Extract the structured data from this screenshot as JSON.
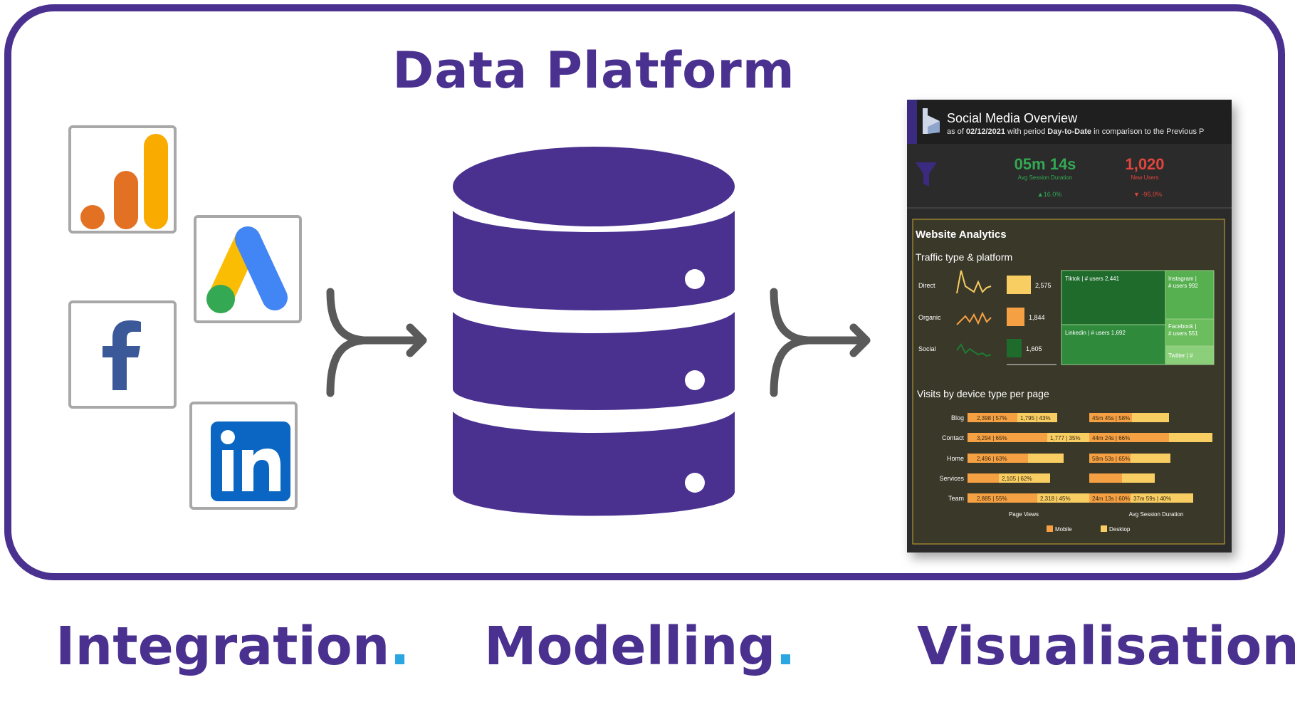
{
  "header": {
    "title": "Data Platform"
  },
  "labels": {
    "integration": "Integration",
    "modelling": "Modelling",
    "visualisation": "Visualisation",
    "dot": "."
  },
  "sources": [
    {
      "name": "Google Analytics",
      "icon": "google-analytics-icon"
    },
    {
      "name": "Google Ads",
      "icon": "google-ads-icon"
    },
    {
      "name": "Facebook",
      "icon": "facebook-icon"
    },
    {
      "name": "LinkedIn",
      "icon": "linkedin-icon"
    }
  ],
  "colors": {
    "brand": "#4a3190",
    "accent": "#2aa6e0",
    "orange": "#f5a043",
    "yellow": "#f8cd62",
    "green": "#1e7b32"
  },
  "dashboard": {
    "title": "Social Media Overview",
    "subtitle_prefix": "as of ",
    "subtitle_date": "02/12/2021",
    "subtitle_mid": " with period ",
    "subtitle_period": "Day-to-Date",
    "subtitle_suffix": " in comparison to the Previous P",
    "kpi1": {
      "value": "05m 14s",
      "label": "Avg Session Duration",
      "change": "▲16.0%"
    },
    "kpi2": {
      "value": "1,020",
      "label": "New Users",
      "change": "▼ -95.0%"
    },
    "section_title": "Website Analytics",
    "traffic_title": "Traffic type & platform",
    "traffic": [
      {
        "label": "Direct",
        "value": "2,575"
      },
      {
        "label": "Organic",
        "value": "1,844"
      },
      {
        "label": "Social",
        "value": "1,605"
      }
    ],
    "treemap": {
      "tiktok": "Tiktok | # users 2,441",
      "instagram1": "Instagram |",
      "instagram2": "# users 992",
      "linkedin": "Linkedin | # users 1,692",
      "facebook1": "Facebook |",
      "facebook2": "# users 551",
      "twitter": "Twitter | #"
    },
    "visits_title": "Visits by device type per page",
    "pages": [
      {
        "label": "Blog",
        "pv_mobile": "2,398 | 57%",
        "pv_desktop": "1,795 | 43%",
        "asd_mobile": "45m 45s | 58%",
        "asd_desktop": ""
      },
      {
        "label": "Contact",
        "pv_mobile": "3,294 | 65%",
        "pv_desktop": "1,777 | 35%",
        "asd_mobile": "44m 24s | 66%",
        "asd_desktop": ""
      },
      {
        "label": "Home",
        "pv_mobile": "2,496 | 63%",
        "pv_desktop": "",
        "asd_mobile": "58m 53s | 65%",
        "asd_desktop": ""
      },
      {
        "label": "Services",
        "pv_mobile": "",
        "pv_desktop": "2,105 | 62%",
        "asd_mobile": "",
        "asd_desktop": ""
      },
      {
        "label": "Team",
        "pv_mobile": "2,885 | 55%",
        "pv_desktop": "2,318 | 45%",
        "asd_mobile": "24m 13s | 60%",
        "asd_desktop": "37m 59s | 40%"
      }
    ],
    "axis_pv": "Page Views",
    "axis_asd": "Avg Session Duration",
    "legend_mobile": "Mobile",
    "legend_desktop": "Desktop"
  }
}
